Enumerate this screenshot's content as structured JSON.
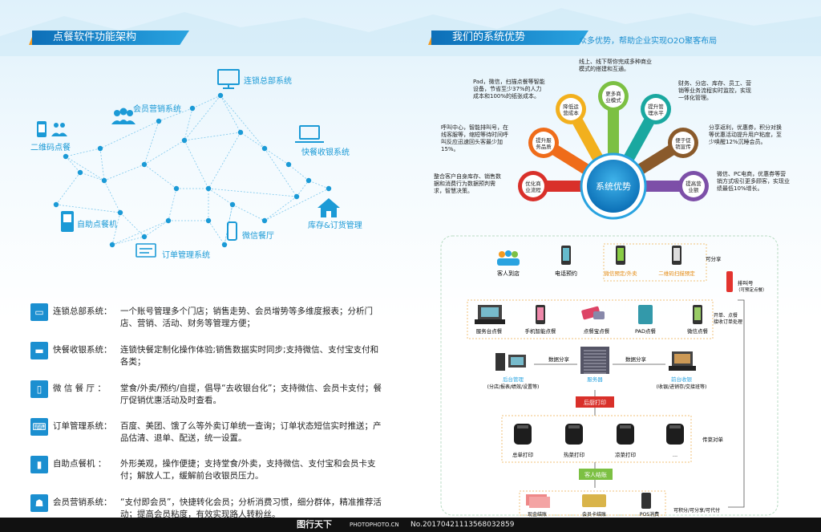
{
  "left": {
    "header": "点餐软件功能架构",
    "network_nodes": {
      "chain": "连锁总部系统",
      "member": "会员营销系统",
      "qrcode": "二维码点餐",
      "fastpos": "快餐收银系统",
      "selfkiosk": "自助点餐机",
      "wechat": "微信餐厅",
      "inventory": "库存&订货管理",
      "order": "订单管理系统"
    },
    "features": [
      {
        "icon": "monitor-icon",
        "title": "连锁总部系统：",
        "text": "一个账号管理多个门店；销售走势、会员增势等多维度报表；分析门店、营销、活动、财务等管理方便；"
      },
      {
        "icon": "laptop-icon",
        "title": "快餐收银系统：",
        "text": "连锁快餐定制化操作体验;销售数据实时同步;支持微信、支付宝支付和各类；"
      },
      {
        "icon": "phone-icon",
        "title": "微 信 餐 厅 ：",
        "text": "堂食/外卖/预约/自提，倡导“去收银台化”；支持微信、会员卡支付；餐厅促销优惠活动及时查看。"
      },
      {
        "icon": "keyboard-icon",
        "title": "订单管理系统：",
        "text": "百度、美团、饿了么等外卖订单统一查询；订单状态短信实时推送；产品估清、退单、配送，统一设置。"
      },
      {
        "icon": "kiosk-icon",
        "title": "自助点餐机 ：",
        "text": "外形美观，操作便捷；支持堂食/外卖，支持微信、支付宝和会员卡支付；解放人工，缓解前台收银员压力。"
      },
      {
        "icon": "members-icon",
        "title": "会员营销系统：",
        "text": "“支付即会员”，快捷转化会员；分析消费习惯，细分群体，精准推荐活动；提高会员粘度，有效实现路人转粉丝。"
      }
    ]
  },
  "right": {
    "header": "我们的系统优势",
    "tagline": "众多优势，帮助企业实现O2O聚客布局",
    "center": "系统优势",
    "petals": {
      "p1": "优化商业流程",
      "p2": "提升服务品质",
      "p3": "降低运营成本",
      "p4": "更多商业模式",
      "p5": "提升管理水平",
      "p6": "便于促销宣传",
      "p7": "提高营业额"
    },
    "petal_texts": {
      "t1": "整合客户自身库存、销售数据和消费行为数据预判需求，智慧决策。",
      "t2": "呼叫中心，智能排叫号，在线客服等，缩短等待时间呼叫反应迅速回头客最少加15%。",
      "t3": "Pad，微信，扫描点餐等智能设备，节省至少37%的人力成本和100%的纸张成本。",
      "t4": "线上、线下帮你完成多种商业模式的搭建和互通。",
      "t5": "财务、分店、库存、员工、营销等业务流程实时监控，实现一体化管理。",
      "t6": "分享返利，优惠券，积分对换等优惠活动提升用户粘度，至少唤醒12%沉睡会员。",
      "t7": "微信、PC电商，优惠券等营销方式吸引更多顾客，实现业绩最低10%增长。"
    },
    "flow": {
      "customer": "客人到店",
      "phone": "电话预约",
      "wx_reserve": "微信预定/外卖",
      "qr_scan": "二维码扫描预定",
      "shareable": "可分享",
      "queue": "排叫号",
      "queue_sub": "（可预定点餐）",
      "pos_front": "服务台点餐",
      "mobile_order": "手机智能点餐",
      "pager_order": "点餐宝点餐",
      "pad_order": "PAD点餐",
      "wx_order": "微信点餐",
      "open_table": "开单、点餐",
      "open_table_sub": "接收订单处理",
      "data_share_l": "数据分享",
      "data_share_r": "数据分享",
      "backoffice": "后台管理",
      "backoffice_sub": "(分店/报表/绩效/设置等)",
      "server": "服务器",
      "cashier": "前台收银",
      "cashier_sub": "(收银/进销存/交接班等)",
      "kitchen": "后厨打印",
      "print_all": "总单打印",
      "print_hot": "热菜打印",
      "print_cold": "凉菜打印",
      "print_more": "...",
      "dish_order": "传菜对单",
      "guest_checkout": "客人结账",
      "cash_pay": "现金结账",
      "card_pay": "会员卡结账",
      "pos_pay": "POS消费",
      "credit": "可积分/可分享/可代付"
    }
  },
  "footer": {
    "logo": "图行天下",
    "site": "PHOTOPHOTO.CN",
    "id": "No.20170421113568032859"
  },
  "colors": {
    "primary": "#1b8fd0",
    "accent": "#f39a1f",
    "kitchen_red": "#d9302a",
    "checkout_green": "#7cc043"
  }
}
